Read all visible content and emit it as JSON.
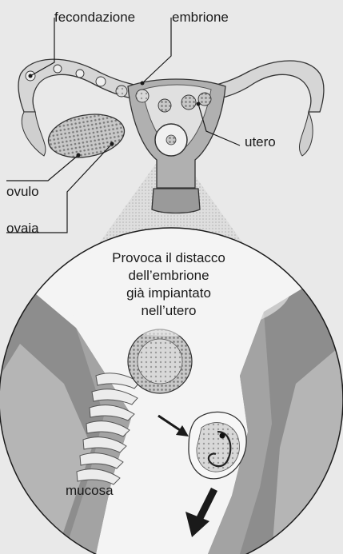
{
  "labels": {
    "fertilization": "fecondazione",
    "embryo": "embrione",
    "uterus": "utero",
    "ovum": "ovulo",
    "ovary": "ovaia",
    "mucosa": "mucosa"
  },
  "caption": {
    "line1": "Provoca il distacco",
    "line2": "dell’embrione",
    "line3": "già impiantato",
    "line4": "nell’utero"
  },
  "colors": {
    "background": "#e9e9e9",
    "tissue_dark": "#8d8d8d",
    "tissue_mid": "#b5b5b5",
    "tissue_light": "#d4d4d4",
    "circle_fill": "#ffffff",
    "line": "#1a1a1a"
  }
}
